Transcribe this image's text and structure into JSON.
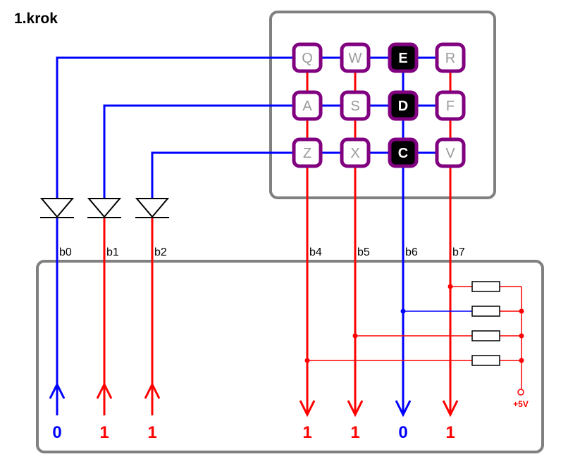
{
  "title": "1.krok",
  "colors": {
    "active_line": "#0000ff",
    "idle_line": "#ff0000",
    "key_border": "#800080",
    "key_pressed_fill": "#000000",
    "key_pressed_text": "#ffffff",
    "key_idle_fill": "#ffffff",
    "key_idle_text": "#9a9a9a",
    "frame": "#808080",
    "resistor": "#000000"
  },
  "keypad": {
    "rows": [
      {
        "keys": [
          "Q",
          "W",
          "E",
          "R"
        ],
        "active": true
      },
      {
        "keys": [
          "A",
          "S",
          "D",
          "F"
        ],
        "active": true
      },
      {
        "keys": [
          "Z",
          "X",
          "C",
          "V"
        ],
        "active": true
      }
    ],
    "pressed": [
      "E",
      "D",
      "C"
    ]
  },
  "row_bits": [
    {
      "label": "b0",
      "value": "0",
      "active": true
    },
    {
      "label": "b1",
      "value": "1",
      "active": false
    },
    {
      "label": "b2",
      "value": "1",
      "active": false
    }
  ],
  "column_bits": [
    {
      "label": "b4",
      "value": "1",
      "active": false
    },
    {
      "label": "b5",
      "value": "1",
      "active": false
    },
    {
      "label": "b6",
      "value": "0",
      "active": true
    },
    {
      "label": "b7",
      "value": "1",
      "active": false
    }
  ],
  "power_label": "+5V"
}
